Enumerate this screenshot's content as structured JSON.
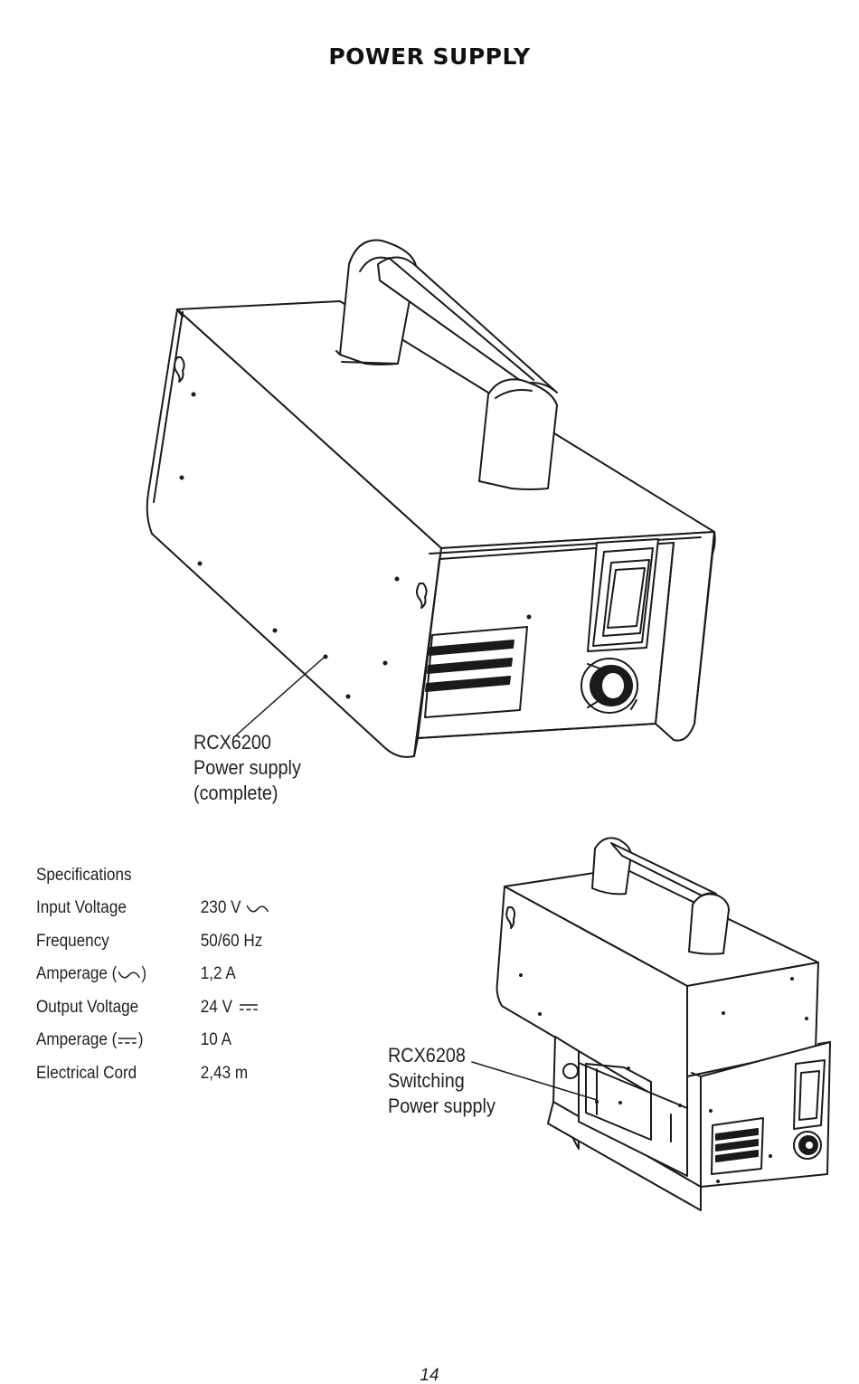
{
  "title": "POWER SUPPLY",
  "figure_1": {
    "lines": [
      "RCX6200",
      "Power supply",
      "(complete)"
    ]
  },
  "figure_2": {
    "lines": [
      "RCX6208",
      "Switching",
      "Power supply"
    ]
  },
  "specifications": {
    "heading": "Specifications",
    "rows": [
      {
        "label": "Input Voltage",
        "value": "230 V",
        "value_symbol": "ac-wave-icon"
      },
      {
        "label": "Frequency",
        "value": "50/60 Hz"
      },
      {
        "label_prefix": "Amperage (",
        "label_symbol": "ac-wave-icon",
        "label_suffix": ")",
        "value": "1,2 A"
      },
      {
        "label": "Output Voltage",
        "value": "24 V",
        "value_symbol": "dc-symbol-icon"
      },
      {
        "label_prefix": "Amperage (",
        "label_symbol": "dc-symbol-icon",
        "label_suffix": ")",
        "value": "10 A"
      },
      {
        "label": "Electrical Cord",
        "value": "2,43 m"
      }
    ]
  },
  "page_number": "14"
}
